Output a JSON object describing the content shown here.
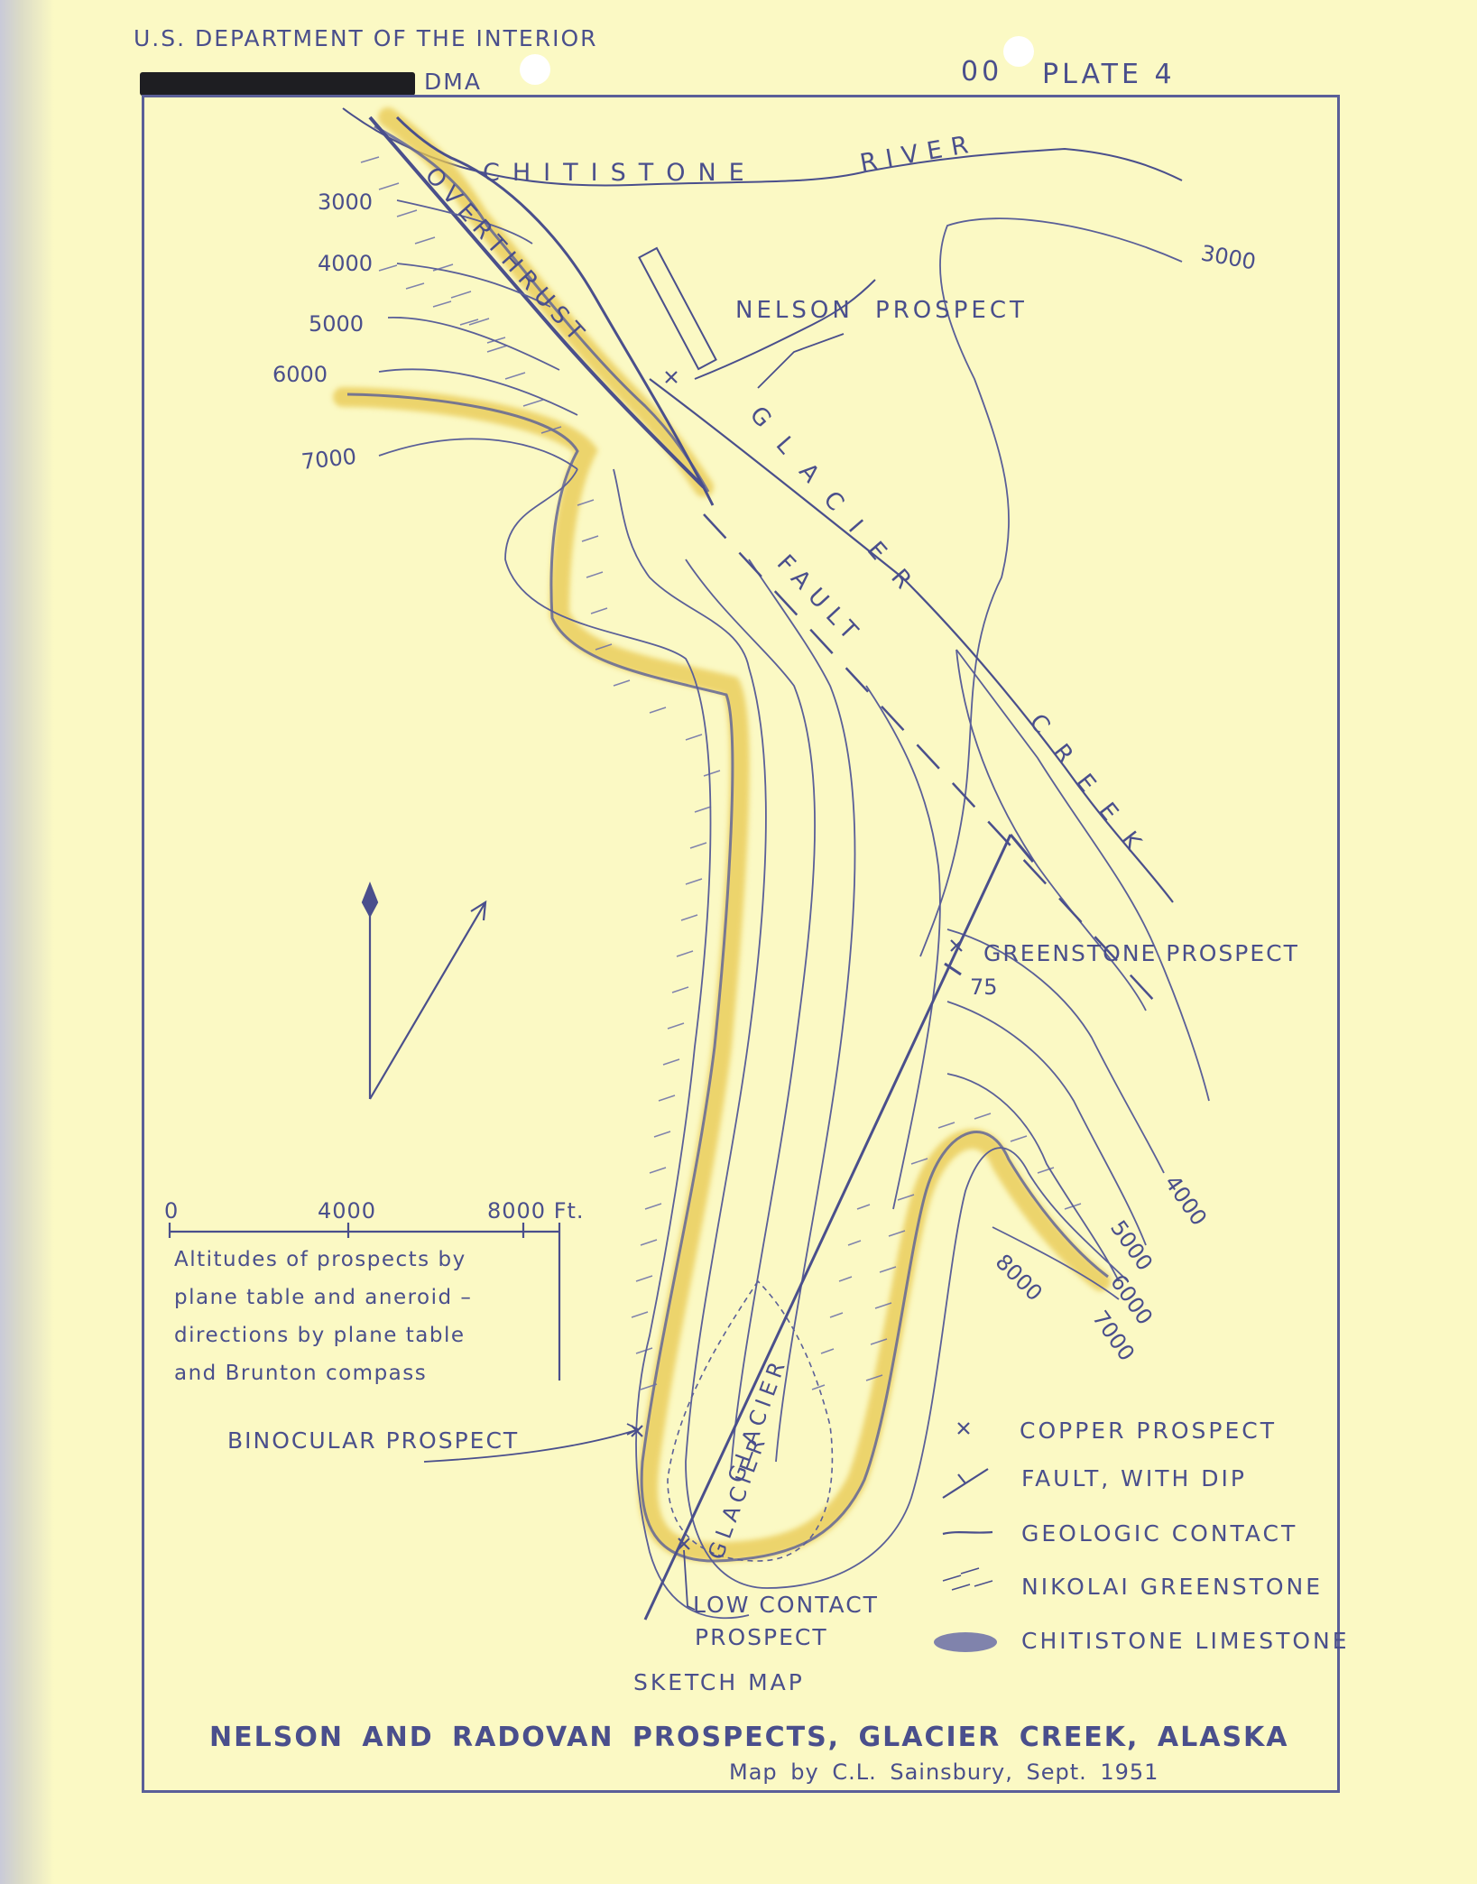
{
  "header": {
    "agency": "U.S. DEPARTMENT OF THE INTERIOR",
    "dma": "DMA",
    "plate": "PLATE 4",
    "plate_prefix": "00"
  },
  "map": {
    "labels": {
      "river": "CHITISTONE",
      "river2": "RIVER",
      "overthrust": "OVERTHRUST",
      "nelson": "NELSON  PROSPECT",
      "glacier_creek_1": "GLACIER",
      "glacier_creek_2": "CREEK",
      "fault": "FAULT",
      "greenstone_prospect": "GREENSTONE    PROSPECT",
      "dip": "75",
      "binocular": "BINOCULAR    PROSPECT",
      "low_contact_1": "LOW    CONTACT",
      "low_contact_2": "PROSPECT",
      "glacier_1": "GLACIER",
      "glacier_2": "GLACIER",
      "sketch_map": "SKETCH  MAP"
    },
    "contours_left": [
      "3000",
      "4000",
      "5000",
      "6000",
      "7000"
    ],
    "contours_right": [
      "3000",
      "4000",
      "5000",
      "6000",
      "7000",
      "8000"
    ],
    "scale": {
      "labels": [
        "0",
        "4000",
        "8000 Ft."
      ]
    },
    "note_lines": [
      "Altitudes of prospects by",
      "plane table and aneroid –",
      "directions by plane table",
      "and Brunton compass"
    ]
  },
  "legend": [
    {
      "symbol": "x",
      "label": "COPPER  PROSPECT"
    },
    {
      "symbol": "fault",
      "label": "FAULT,  WITH  DIP"
    },
    {
      "symbol": "contact",
      "label": "GEOLOGIC  CONTACT"
    },
    {
      "symbol": "greenstone",
      "label": "NIKOLAI  GREENSTONE"
    },
    {
      "symbol": "limestone",
      "label": "CHITISTONE  LIMESTONE"
    }
  ],
  "title": "NELSON AND RADOVAN PROSPECTS, GLACIER CREEK, ALASKA",
  "credit": "Map by C.L. Sainsbury,  Sept. 1951",
  "colors": {
    "paper": "#fbf9c4",
    "ink": "#4a4f8c",
    "limestone": "#e8c850"
  }
}
